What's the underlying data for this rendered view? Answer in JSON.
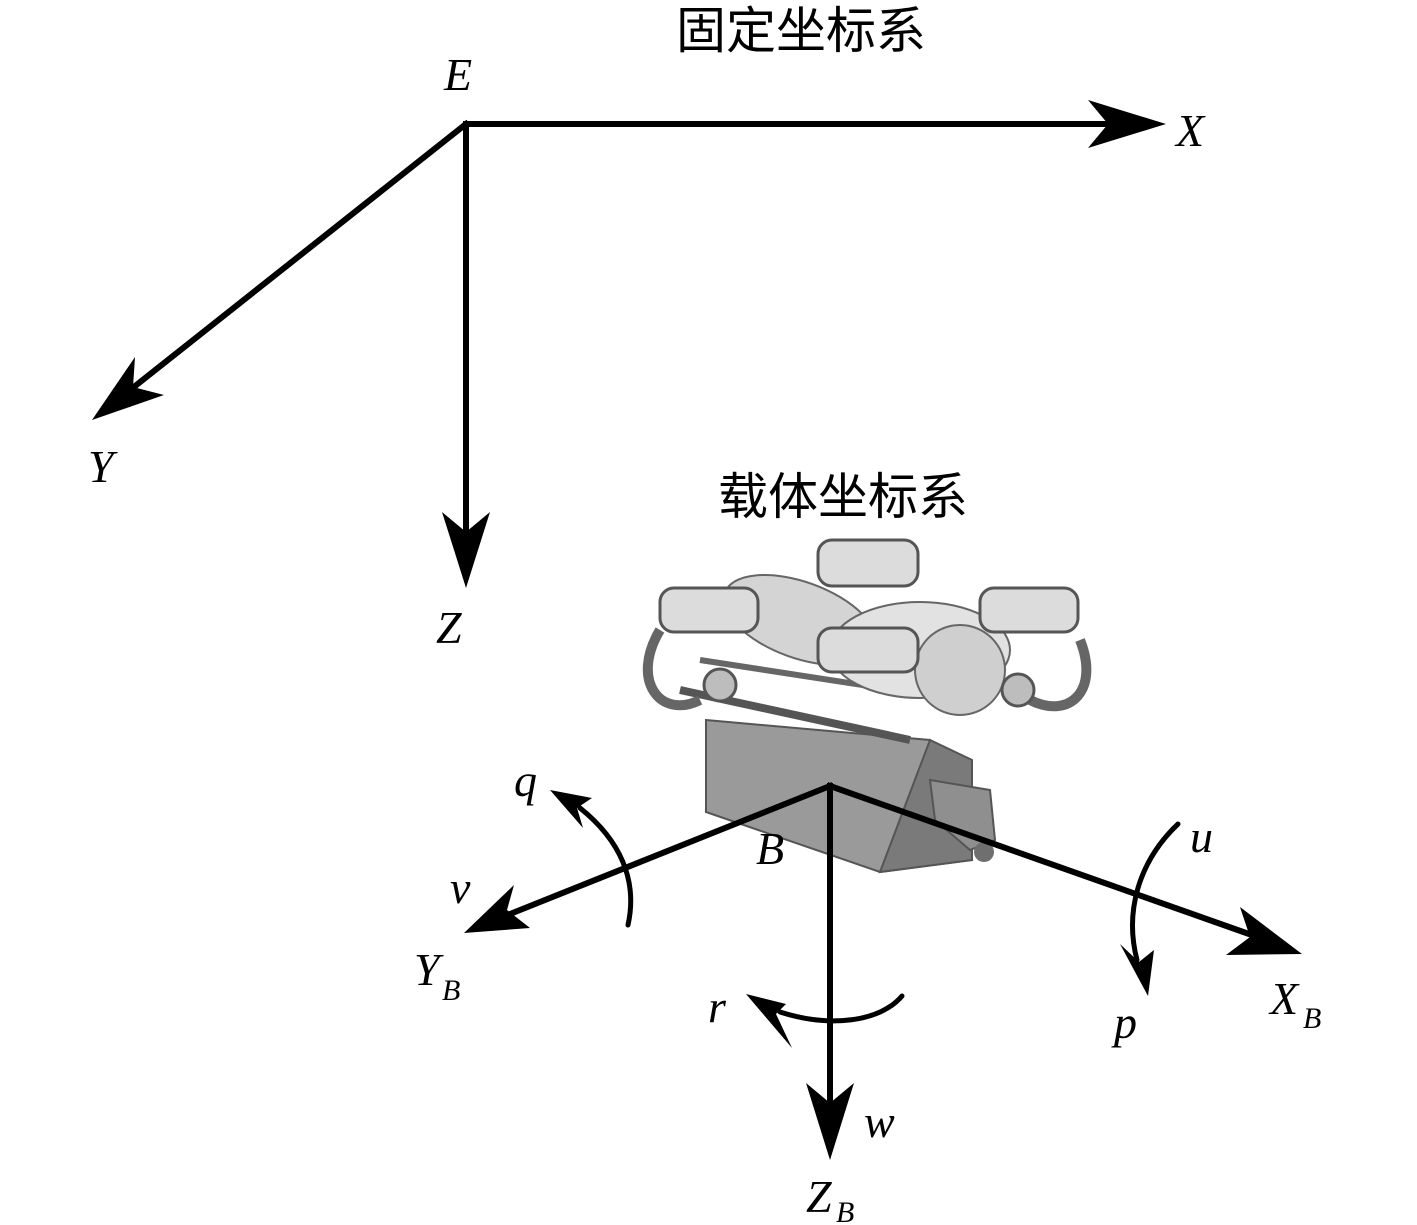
{
  "fixed_frame": {
    "title": "固定坐标系",
    "origin": "E",
    "x_axis": "X",
    "y_axis": "Y",
    "z_axis": "Z"
  },
  "body_frame": {
    "title": "载体坐标系",
    "origin": "B",
    "x_axis": "X",
    "x_sub": "B",
    "y_axis": "Y",
    "y_sub": "B",
    "z_axis": "Z",
    "z_sub": "B",
    "u": "u",
    "v": "v",
    "w": "w",
    "p": "p",
    "q": "q",
    "r": "r"
  },
  "colors": {
    "ink": "#000000",
    "vehicle_body": "#9a9a9a",
    "vehicle_light": "#d9d9d9",
    "vehicle_dark": "#5a5a5a"
  }
}
